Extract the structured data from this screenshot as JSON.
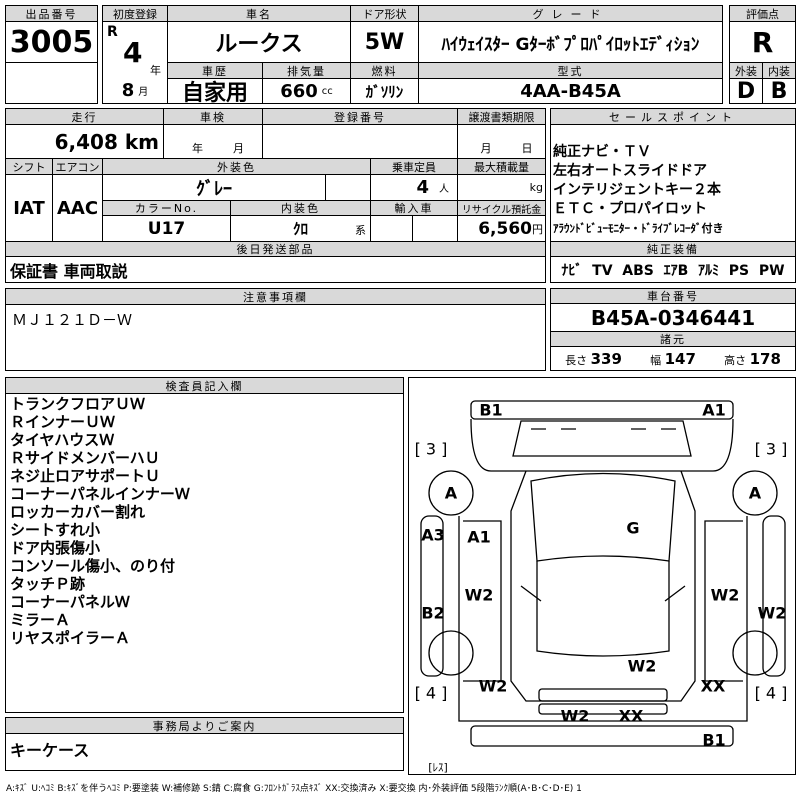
{
  "lot": {
    "label": "出品番号",
    "value": "3005"
  },
  "first_reg": {
    "label": "初度登録",
    "era": "R",
    "year": "4",
    "year_unit": "年",
    "month": "8",
    "month_unit": "月"
  },
  "car_name": {
    "label": "車名",
    "value": "ルークス"
  },
  "door": {
    "label": "ドア形状",
    "value": "5W"
  },
  "grade": {
    "label": "グレード",
    "value": "ﾊｲｳｪｲｽﾀｰ Gﾀｰﾎﾞﾌﾟﾛﾊﾟｲﾛｯﾄｴﾃﾞｨｼｮﾝ"
  },
  "history": {
    "label": "車歴",
    "value": "自家用"
  },
  "displacement": {
    "label": "排気量",
    "value": "660",
    "unit": "cc"
  },
  "fuel": {
    "label": "燃料",
    "value": "ｶﾞｿﾘﾝ"
  },
  "model": {
    "label": "型式",
    "value": "4AA-B45A"
  },
  "rating": {
    "label": "評価点",
    "value": "R",
    "ext_label": "外装",
    "int_label": "内装",
    "ext": "D",
    "int": "B"
  },
  "mileage": {
    "label": "走行",
    "value": "6,408 km"
  },
  "inspection": {
    "label": "車検",
    "year_unit": "年",
    "month_unit": "月"
  },
  "reg_no": {
    "label": "登録番号"
  },
  "transfer": {
    "label": "譲渡書類期限",
    "month_unit": "月",
    "day_unit": "日"
  },
  "shift": {
    "label": "シフト",
    "value": "IAT"
  },
  "aircon": {
    "label": "エアコン",
    "value": "AAC"
  },
  "ext_color": {
    "label": "外装色",
    "value": "ｸﾞﾚｰ"
  },
  "capacity": {
    "label": "乗車定員",
    "value": "4",
    "unit": "人"
  },
  "max_load": {
    "label": "最大積載量",
    "unit": "kg"
  },
  "color_no": {
    "label": "カラーNo.",
    "value": "U17"
  },
  "int_color": {
    "label": "内装色",
    "value": "ｸﾛ",
    "unit": "系"
  },
  "import": {
    "label": "輸入車"
  },
  "recycle": {
    "label": "リサイクル預託金",
    "value": "6,560",
    "unit": "円"
  },
  "later_parts": {
    "label": "後日発送部品",
    "value": "保証書 車両取説"
  },
  "sales_points": {
    "label": "セールスポイント",
    "items": [
      "純正ナビ・ＴＶ",
      "左右オートスライドドア",
      "インテリジェントキー２本",
      "ＥＴＣ・プロパイロット",
      "ｱﾗｳﾝﾄﾞﾋﾞｭｰﾓﾆﾀｰ・ﾄﾞﾗｲﾌﾞﾚｺｰﾀﾞ付き"
    ]
  },
  "equipment": {
    "label": "純正装備",
    "value": "ﾅﾋﾞ  TV  ABS  ｴｱB  ｱﾙﾐ  PS  PW"
  },
  "notes": {
    "label": "注意事項欄",
    "value": "ＭＪ１２１Ｄ－Ｗ"
  },
  "chassis": {
    "label": "車台番号",
    "value": "B45A-0346441"
  },
  "specs": {
    "label": "諸元",
    "length_label": "長さ",
    "length": "339",
    "width_label": "幅",
    "width": "147",
    "height_label": "高さ",
    "height": "178"
  },
  "inspector": {
    "label": "検査員記入欄",
    "items": [
      "トランクフロアＵＷ",
      "ＲインナーＵＷ",
      "タイヤハウスＷ",
      "ＲサイドメンバーハＵ",
      "ネジ止ロアサポートＵ",
      "コーナーパネルインナーＷ",
      "ロッカーカバー割れ",
      "シートすれ小",
      "ドア内張傷小",
      "コンソール傷小、のり付",
      "タッチＰ跡",
      "コーナーパネルＷ",
      "ミラーＡ",
      "リヤスポイラーＡ"
    ]
  },
  "office": {
    "label": "事務局よりご案内",
    "value": "キーケース"
  },
  "diagram": {
    "labels": [
      "B1",
      "A1",
      "[ 3 ]",
      "[ 3 ]",
      "A",
      "A",
      "G",
      "A3",
      "A1",
      "B2",
      "W2",
      "W2",
      "W2",
      "W2",
      "W2",
      "XX",
      "[ 4 ]",
      "[ 4 ]",
      "W2",
      "XX",
      "B1",
      "[ﾚｽ]"
    ]
  },
  "legend": "A:ｷｽﾞ U:ﾍｺﾐ B:ｷｽﾞを伴うﾍｺﾐ P:要塗装 W:補修跡 S:錆 C:腐食 G:ﾌﾛﾝﾄｶﾞﾗｽ点ｷｽﾞ XX:交換済み X:要交換 内･外装評価 5段階ﾗﾝｸ順(A･B･C･D･E) 1"
}
